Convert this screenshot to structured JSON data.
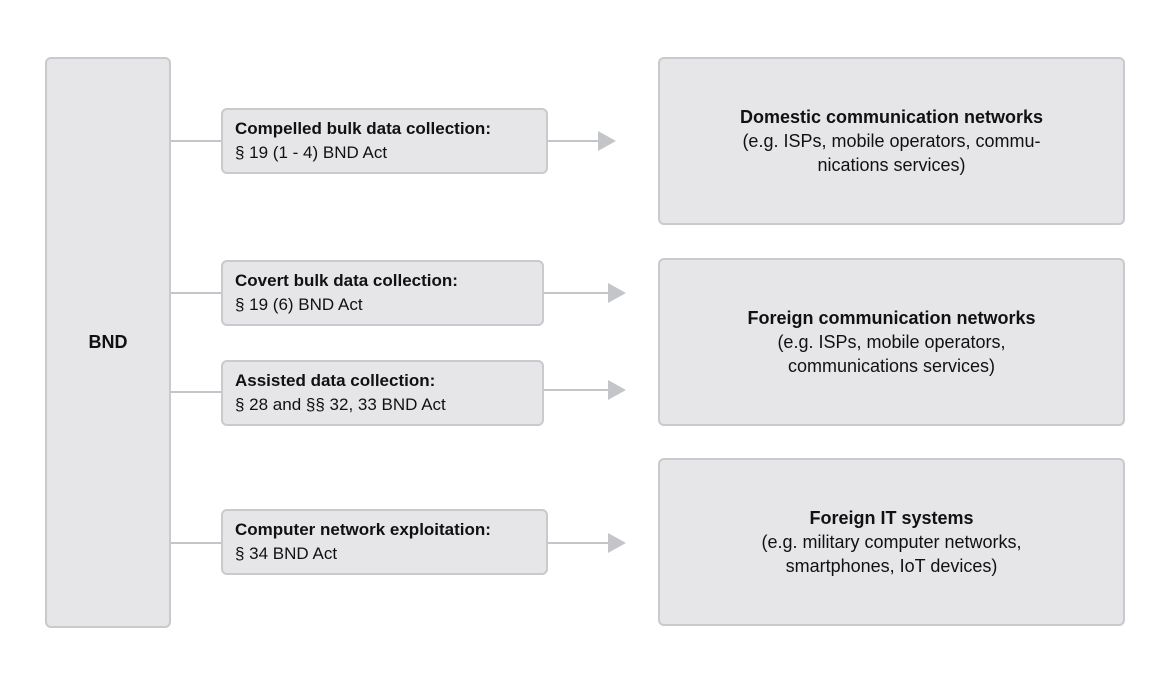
{
  "source": {
    "label": "BND"
  },
  "methods": [
    {
      "title": "Compelled bulk data collection:",
      "law": "§ 19 (1 - 4) BND Act"
    },
    {
      "title": "Covert bulk data collection:",
      "law": "§ 19 (6) BND Act"
    },
    {
      "title": "Assisted data collection:",
      "law": "§ 28 and §§ 32, 33 BND Act"
    },
    {
      "title": "Computer network exploitation:",
      "law": "§ 34 BND Act"
    }
  ],
  "targets": [
    {
      "title": "Domestic communication networks",
      "lines": [
        "(e.g. ISPs, mobile operators, commu-",
        "nications services)"
      ]
    },
    {
      "title": "Foreign communication networks",
      "lines": [
        "(e.g. ISPs, mobile operators,",
        "communications services)"
      ]
    },
    {
      "title": "Foreign IT systems",
      "lines": [
        "(e.g. military computer networks,",
        "smartphones, IoT devices)"
      ]
    }
  ],
  "colors": {
    "box_fill": "#e6e6e8",
    "box_border": "#c9cacd",
    "connector": "#c3c5c9"
  }
}
